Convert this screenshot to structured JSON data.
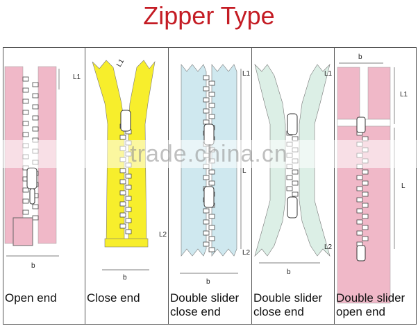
{
  "title": "Zipper Type",
  "watermark": "trade.china.cn",
  "colors": {
    "title": "#c41c24",
    "pink_tape": "#f0b8c8",
    "yellow_tape": "#f7ee2c",
    "blue_tape": "#cfe8ef",
    "mint_tape": "#dcefe6"
  },
  "panels": [
    {
      "caption_line1": "Open end",
      "caption_line2": "",
      "dim_top": "L1",
      "dim_bottom": "",
      "dim_width": "b"
    },
    {
      "caption_line1": "Close end",
      "caption_line2": "",
      "dim_top": "L1",
      "dim_bottom": "L2",
      "dim_width": "b"
    },
    {
      "caption_line1": "Double slider",
      "caption_line2": "close end",
      "dim_top": "L1",
      "dim_bottom": "L2",
      "dim_length": "L",
      "dim_width": "b"
    },
    {
      "caption_line1": "Double slider",
      "caption_line2": "close end",
      "dim_top": "L1",
      "dim_bottom": "L2",
      "dim_width": "b"
    },
    {
      "caption_line1": "Double slider",
      "caption_line2": "open end",
      "dim_top": "L1",
      "dim_length": "L",
      "dim_width": "b"
    }
  ]
}
